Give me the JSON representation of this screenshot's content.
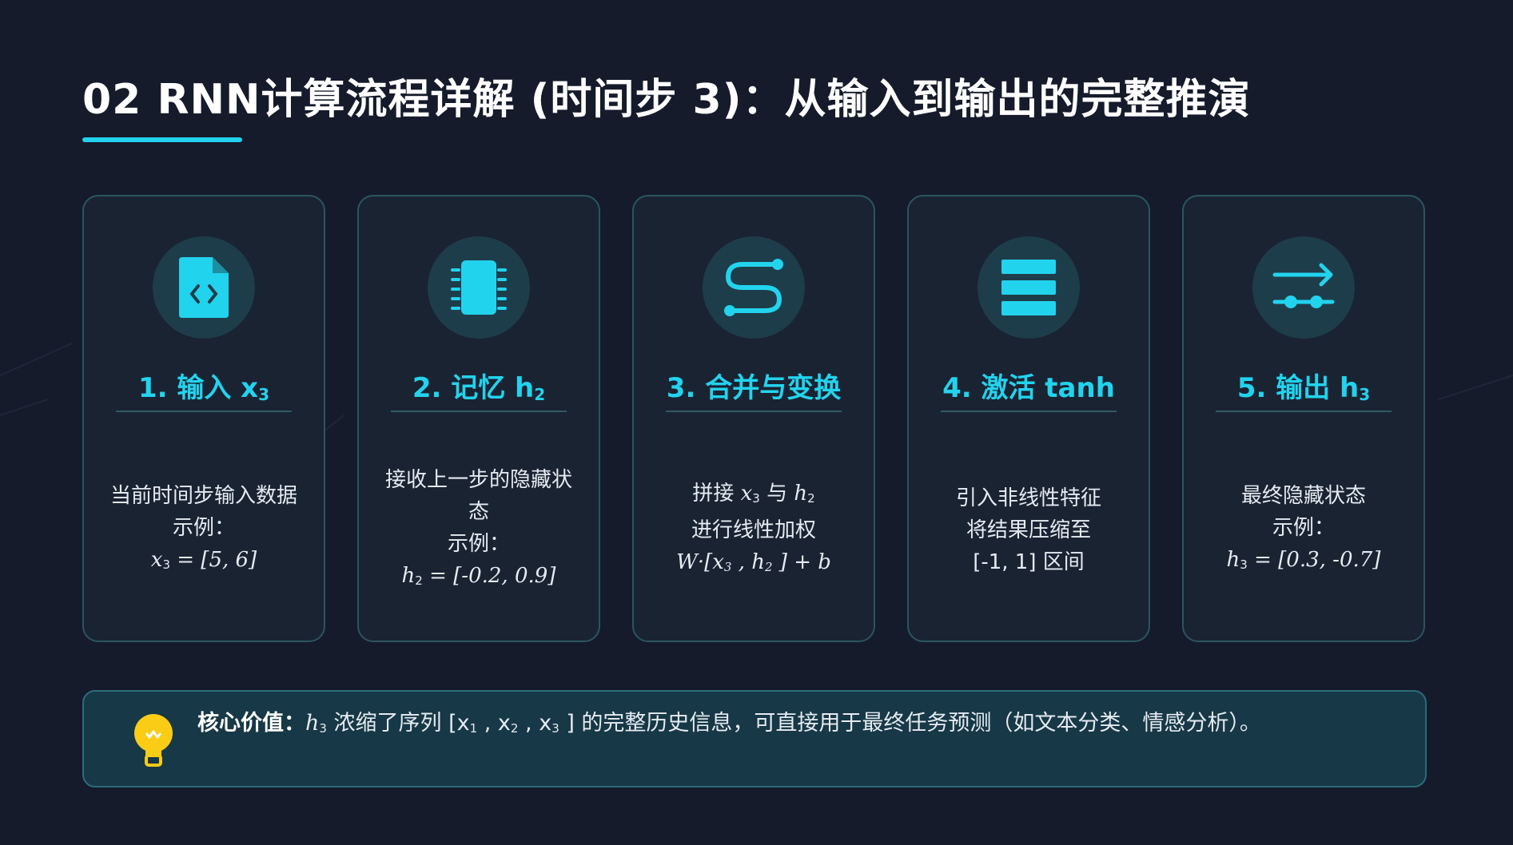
{
  "title": "02 RNN计算流程详解 (时间步 3)：从输入到输出的完整推演",
  "colors": {
    "accent": "#22d3ee",
    "background": "#151b2b",
    "card": "#1a2332",
    "bulb": "#facc15"
  },
  "cards": [
    {
      "icon": "file-code-icon",
      "title": "1. 输入 x",
      "title_sub": "3",
      "line1": "当前时间步输入数据",
      "line2": "示例：",
      "line3_var": "x",
      "line3_sub": "3",
      "line3_rest": " = [5, 6]"
    },
    {
      "icon": "memory-chip-icon",
      "title": "2. 记忆 h",
      "title_sub": "2",
      "line1": "接收上一步的隐藏状",
      "line1b": "态",
      "line2": "示例：",
      "line3_var": "h",
      "line3_sub": "2",
      "line3_rest": " = [-0.2, 0.9]"
    },
    {
      "icon": "route-merge-icon",
      "title": "3. 合并与变换",
      "line1_pre": "拼接 ",
      "line1_var1": "x",
      "line1_sub1": "3",
      "line1_mid": " 与 ",
      "line1_var2": "h",
      "line1_sub2": "2",
      "line2": "进行线性加权",
      "line3_pre": "W·[x",
      "line3_sub1": "3",
      "line3_mid": " , h",
      "line3_sub2": "2",
      "line3_post": " ] + b"
    },
    {
      "icon": "bars-icon",
      "title": "4. 激活 tanh",
      "line1": "引入非线性特征",
      "line2": "将结果压缩至",
      "line3": "[-1, 1] 区间"
    },
    {
      "icon": "arrow-flow-icon",
      "title": "5. 输出 h",
      "title_sub": "3",
      "line1": "最终隐藏状态",
      "line2": "示例：",
      "line3_var": "h",
      "line3_sub": "3",
      "line3_rest": " = [0.3, -0.7]"
    }
  ],
  "banner": {
    "icon": "lightbulb-icon",
    "label": "核心价值：",
    "var": "h",
    "var_sub": "3",
    "text1": " 浓缩了序列 [x",
    "sub1": "1",
    "text2": " , x",
    "sub2": "2",
    "text3": " , x",
    "sub3": "3",
    "text4": " ] 的完整历史信息，可直接用于最终任务预测（如文本分类、情感分析）。"
  }
}
